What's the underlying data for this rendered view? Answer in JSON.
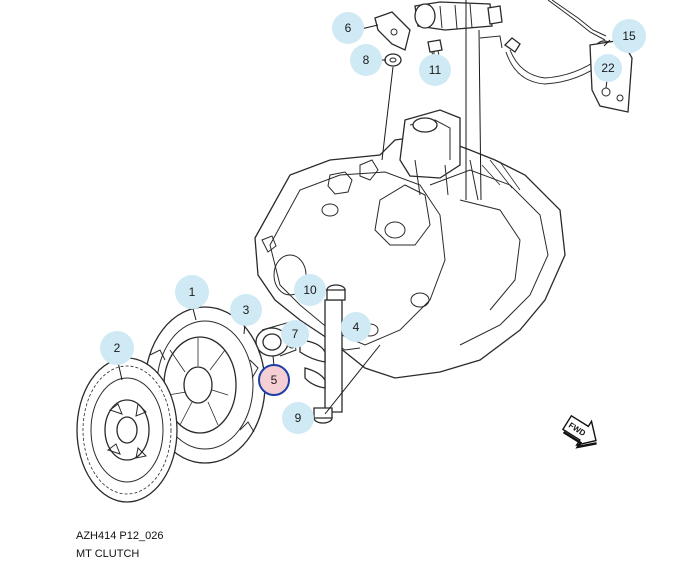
{
  "diagram": {
    "callouts": [
      {
        "id": "6",
        "label": "6"
      },
      {
        "id": "8",
        "label": "8"
      },
      {
        "id": "11",
        "label": "11"
      },
      {
        "id": "15",
        "label": "15"
      },
      {
        "id": "22",
        "label": "22"
      },
      {
        "id": "1",
        "label": "1"
      },
      {
        "id": "2",
        "label": "2"
      },
      {
        "id": "3",
        "label": "3"
      },
      {
        "id": "10",
        "label": "10"
      },
      {
        "id": "7",
        "label": "7"
      },
      {
        "id": "4",
        "label": "4"
      },
      {
        "id": "5",
        "label": "5",
        "selected": true
      },
      {
        "id": "9",
        "label": "9"
      }
    ],
    "fwd_label": "FWD"
  },
  "caption": {
    "code": "AZH414 P12_026",
    "title": "MT CLUTCH"
  },
  "colors": {
    "callout_fill": "#cfeaf5",
    "selected_fill": "#f6cfd4",
    "selected_stroke": "#1f3fa6"
  }
}
